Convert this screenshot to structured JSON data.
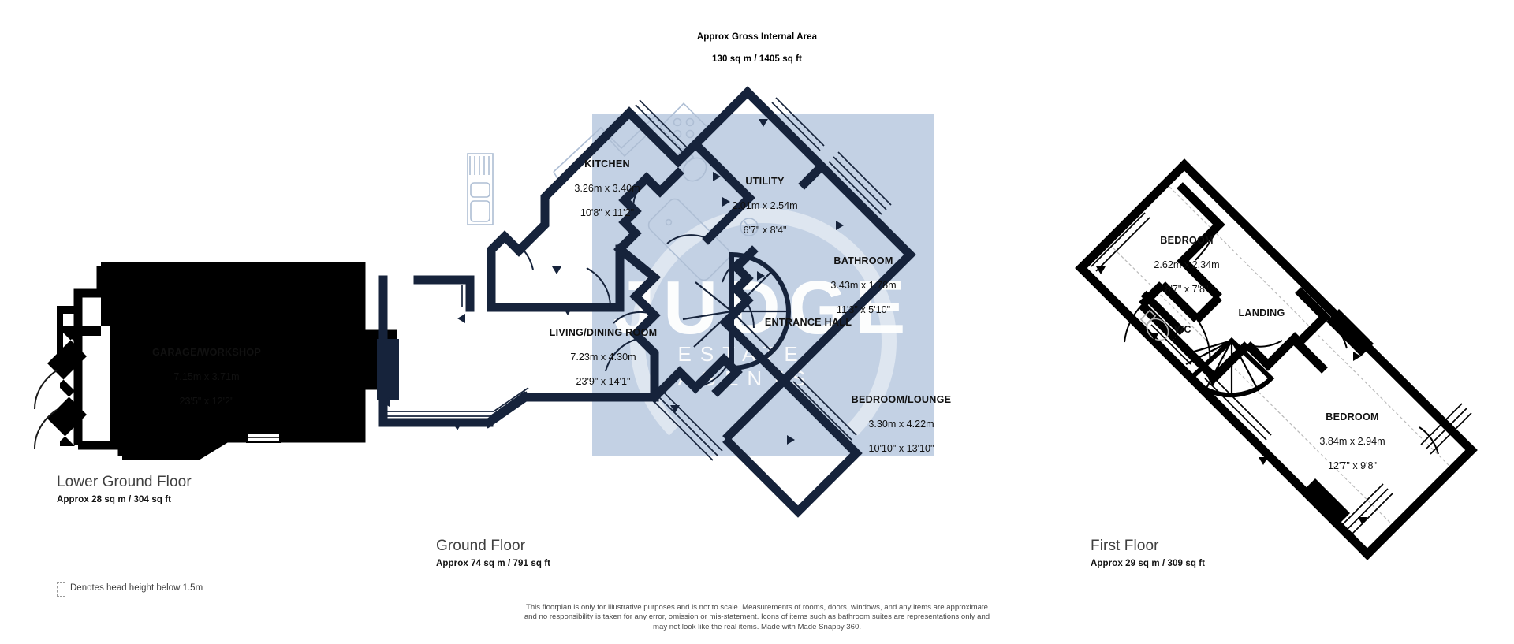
{
  "header": {
    "title": "Approx Gross Internal Area",
    "area": "130 sq m / 1405 sq ft"
  },
  "watermark": {
    "main": "JUDGE",
    "sub": "ESTATE AGENTS"
  },
  "floors": [
    {
      "id": "lower-ground",
      "name": "Lower Ground Floor",
      "area": "Approx 28 sq m / 304 sq ft",
      "rooms": [
        {
          "name": "GARAGE/WORKSHOP",
          "metric": "7.15m x 3.71m",
          "imperial": "23'5\" x 12'2\""
        }
      ]
    },
    {
      "id": "ground",
      "name": "Ground Floor",
      "area": "Approx 74 sq m / 791 sq ft",
      "rooms": [
        {
          "name": "KITCHEN",
          "metric": "3.26m x 3.40m",
          "imperial": "10'8\" x 11'2\""
        },
        {
          "name": "UTILITY",
          "metric": "2.01m x 2.54m",
          "imperial": "6'7\" x 8'4\""
        },
        {
          "name": "BATHROOM",
          "metric": "3.43m x 1.78m",
          "imperial": "11'3\" x 5'10\""
        },
        {
          "name": "LIVING/DINING ROOM",
          "metric": "7.23m x 4.30m",
          "imperial": "23'9\" x 14'1\""
        },
        {
          "name": "ENTRANCE HALL",
          "metric": "",
          "imperial": ""
        },
        {
          "name": "BEDROOM/LOUNGE",
          "metric": "3.30m x 4.22m",
          "imperial": "10'10\" x 13'10\""
        }
      ]
    },
    {
      "id": "first",
      "name": "First Floor",
      "area": "Approx 29 sq m / 309 sq ft",
      "rooms": [
        {
          "name": "BEDROOM",
          "metric": "2.62m x 2.34m",
          "imperial": "8'7\" x 7'8\""
        },
        {
          "name": "LANDING",
          "metric": "",
          "imperial": ""
        },
        {
          "name": "WC",
          "metric": "",
          "imperial": ""
        },
        {
          "name": "BEDROOM",
          "metric": "3.84m x 2.94m",
          "imperial": "12'7\" x 9'8\""
        }
      ]
    }
  ],
  "legend": {
    "label": "Denotes head height below 1.5m"
  },
  "disclaimer": "This floorplan is only for illustrative purposes and is not to scale. Measurements of rooms, doors, windows, and any items are approximate\nand no responsibility is taken for any error, omission or mis-statement. Icons of items such as bathroom suites are representations only and\nmay not look like the real items. Made with Made Snappy 360.",
  "colors": {
    "wall_dark": "#16233b",
    "wall_black": "#000000",
    "watermark_panel": "#c3d1e4",
    "fixture_line": "#aebed4"
  },
  "labels": {
    "garage": "GARAGE/WORKSHOP\n7.15m x 3.71m\n23'5\" x 12'2\"",
    "kitchen": "KITCHEN\n3.26m x 3.40m\n10'8\" x 11'2\"",
    "utility": "UTILITY\n2.01m x 2.54m\n6'7\" x 8'4\"",
    "bathroom": "BATHROOM\n3.43m x 1.78m\n11'3\" x 5'10\"",
    "living": "LIVING/DINING ROOM\n7.23m x 4.30m\n23'9\" x 14'1\"",
    "entrance": "ENTRANCE HALL",
    "bedlounge": "BEDROOM/LOUNGE\n3.30m x 4.22m\n10'10\" x 13'10\"",
    "ff_bed1": "BEDROOM\n2.62m x 2.34m\n8'7\" x 7'8\"",
    "ff_landing": "LANDING",
    "ff_wc": "WC",
    "ff_bed2": "BEDROOM\n3.84m x 2.94m\n12'7\" x 9'8\""
  }
}
